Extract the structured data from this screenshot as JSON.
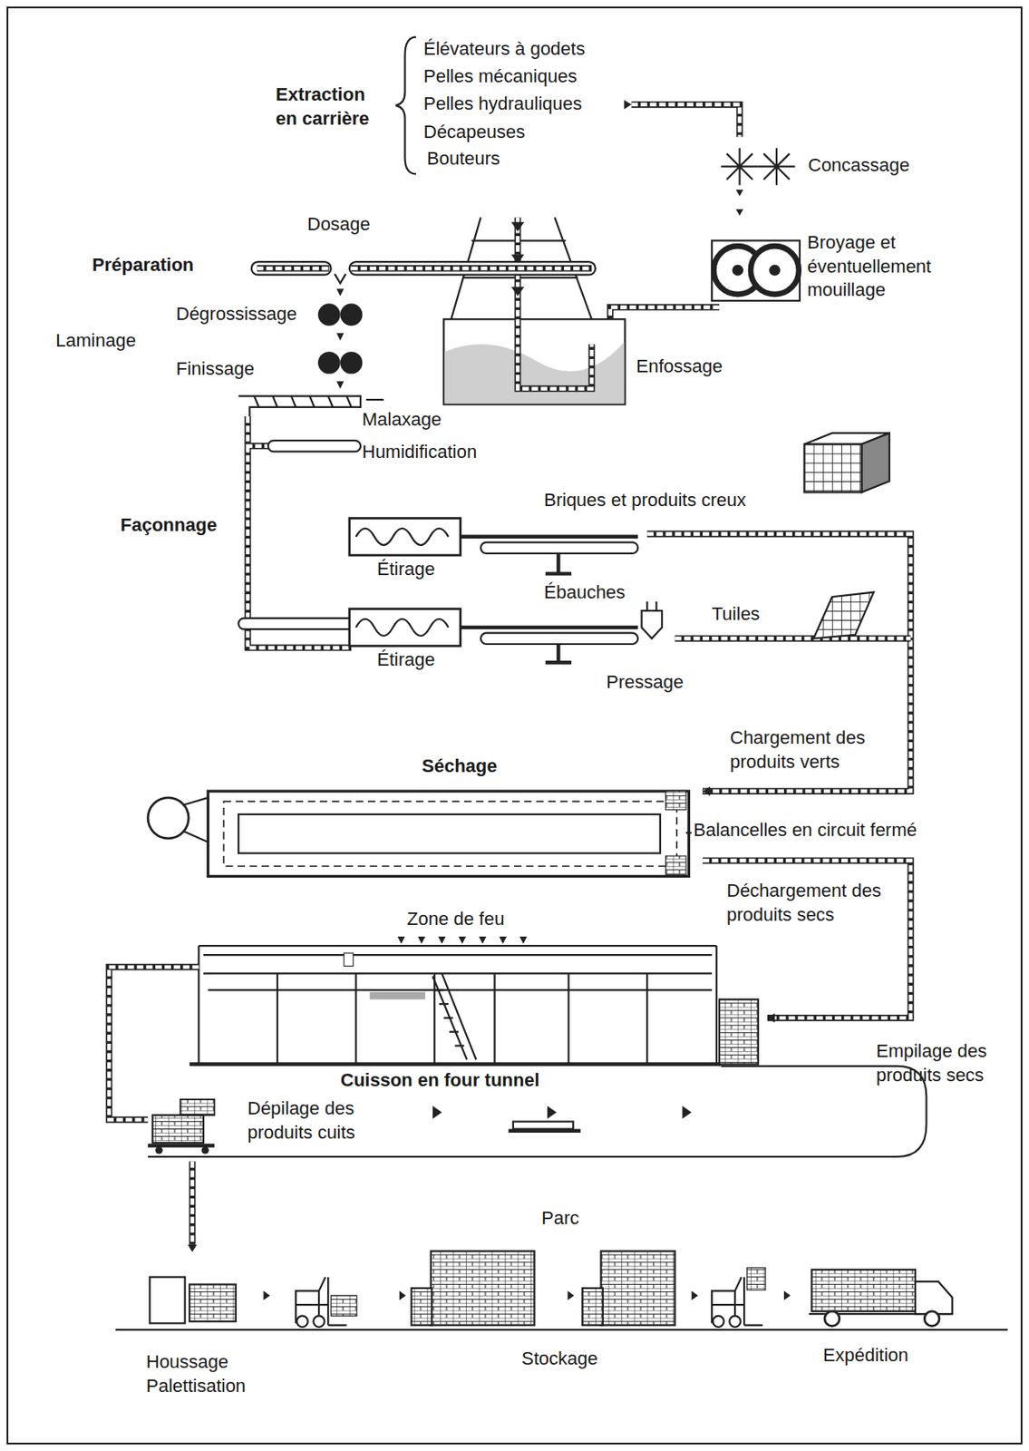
{
  "diagram": {
    "labels": [
      "Extraction en carrière",
      "Élévateurs à godets",
      "Pelles mécaniques",
      "Pelles hydrauliques",
      "Décapeuses",
      "Bouteurs",
      "Concassage",
      "Dosage",
      "Broyage et éventuellement mouillage",
      "Préparation",
      "Dégrossissage",
      "Laminage",
      "Finissage",
      "Enfossage",
      "Malaxage",
      "Humidification",
      "Briques et produits creux",
      "Façonnage",
      "Étirage",
      "Ébauches",
      "Tuiles",
      "Étirage",
      "Pressage",
      "Chargement des produits verts",
      "Séchage",
      "Balancelles en circuit fermé",
      "Déchargement des produits secs",
      "Zone de feu",
      "Cuisson en four tunnel",
      "Empilage des produits secs",
      "Dépilage des produits cuits",
      "Parc",
      "Houssage Palettisation",
      "Stockage",
      "Expédition"
    ]
  }
}
